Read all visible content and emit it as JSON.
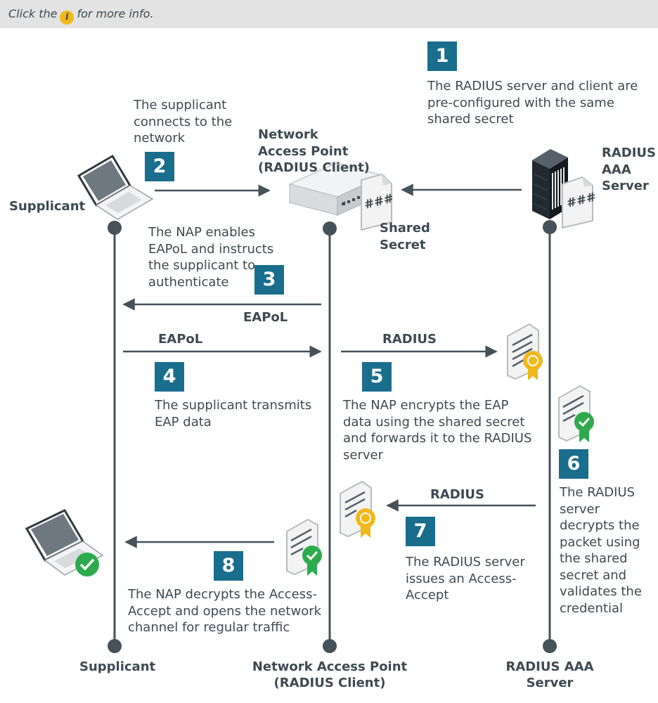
{
  "hint": {
    "before": "Click the",
    "icon_glyph": "i",
    "after": "for more info."
  },
  "entities": {
    "supplicant_top": "Supplicant",
    "nap_top": "Network Access Point (RADIUS Client)",
    "radius_top": "RADIUS AAA Server",
    "shared_secret": "Shared Secret",
    "secret_glyph": "###",
    "supplicant_bottom": "Supplicant",
    "nap_bottom_1": "Network Access Point",
    "nap_bottom_2": "(RADIUS Client)",
    "radius_bottom_1": "RADIUS AAA",
    "radius_bottom_2": "Server"
  },
  "steps": [
    {
      "num": "1",
      "text": "The RADIUS server and client are pre-configured with the same shared secret"
    },
    {
      "num": "2",
      "text": "The supplicant connects to the network"
    },
    {
      "num": "3",
      "text": "The NAP enables EAPoL and instructs the supplicant to authenticate"
    },
    {
      "num": "4",
      "text": "The supplicant transmits EAP data"
    },
    {
      "num": "5",
      "text": "The NAP encrypts the EAP data using the shared secret and forwards it to the RADIUS server"
    },
    {
      "num": "6",
      "text": "The RADIUS server decrypts the packet using the shared secret and validates the credential"
    },
    {
      "num": "7",
      "text": "The RADIUS server issues an Access-Accept"
    },
    {
      "num": "8",
      "text": "The NAP decrypts the Access-Accept and opens the network channel for regular traffic"
    }
  ],
  "messages": {
    "eapol_3": "EAPoL",
    "eapol_4": "EAPoL",
    "radius_5": "RADIUS",
    "radius_7": "RADIUS"
  },
  "colors": {
    "badge": "#1a6e8d",
    "lifeline": "#46525a",
    "info": "#f1b81c",
    "seal_gold": "#f1b81c",
    "seal_green": "#2eaa4e"
  }
}
